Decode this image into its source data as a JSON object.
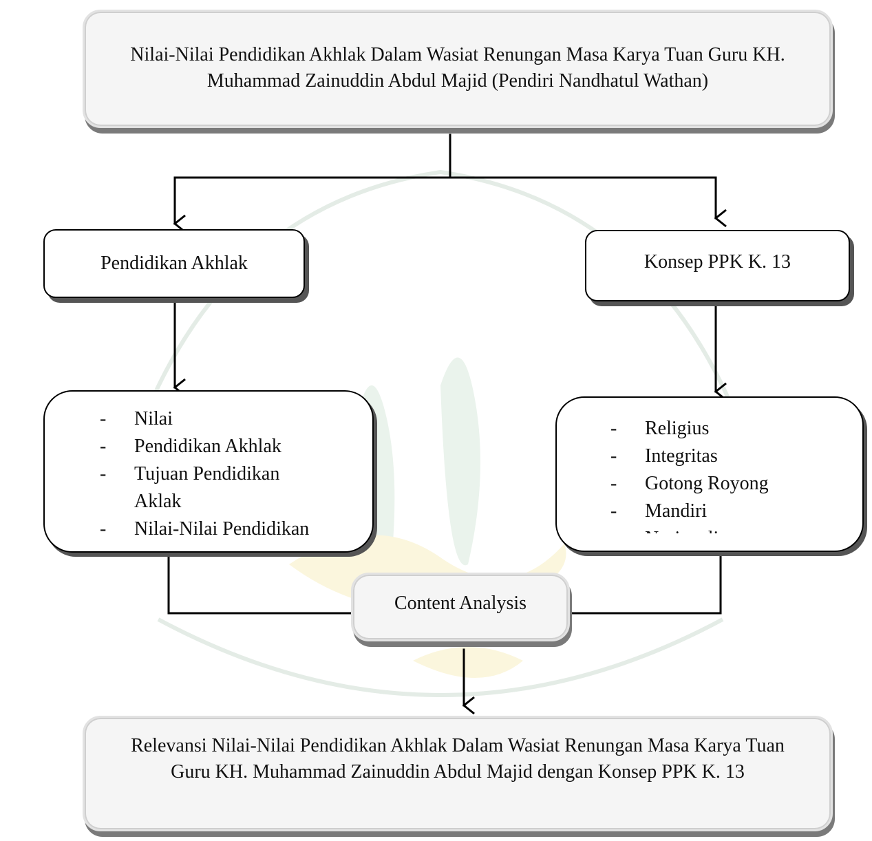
{
  "diagram": {
    "top_box": {
      "text": "Nilai-Nilai Pendidikan Akhlak Dalam Wasiat Renungan Masa Karya Tuan Guru KH. Muhammad Zainuddin Abdul Majid (Pendiri Nandhatul Wathan)"
    },
    "left_box": {
      "title": "Pendidikan Akhlak"
    },
    "right_box": {
      "title": "Konsep PPK K. 13"
    },
    "left_list": {
      "items": [
        {
          "dash": "-",
          "text": "Nilai"
        },
        {
          "dash": "-",
          "text": "Pendidikan Akhlak"
        },
        {
          "dash": "-",
          "text": "Tujuan Pendidikan Aklak"
        },
        {
          "dash": "-",
          "text": "Nilai-Nilai Pendidikan"
        }
      ]
    },
    "right_list": {
      "items": [
        {
          "dash": "-",
          "text": "Religius"
        },
        {
          "dash": "-",
          "text": "Integritas"
        },
        {
          "dash": "-",
          "text": "Gotong Royong"
        },
        {
          "dash": "-",
          "text": "Mandiri"
        },
        {
          "dash": "-",
          "text": "Nasionalis"
        }
      ]
    },
    "center_box": {
      "text": "Content Analysis"
    },
    "bottom_box": {
      "text": "Relevansi Nilai-Nilai Pendidikan Akhlak Dalam Wasiat Renungan Masa Karya Tuan Guru KH. Muhammad Zainuddin Abdul Majid dengan Konsep PPK K. 13"
    }
  },
  "colors": {
    "line": "#000000",
    "soft_box_fill": "#f5f5f5",
    "shadow": "#555555",
    "watermark_green": "#bfe3c4",
    "watermark_yellow": "#f3e6a6"
  }
}
